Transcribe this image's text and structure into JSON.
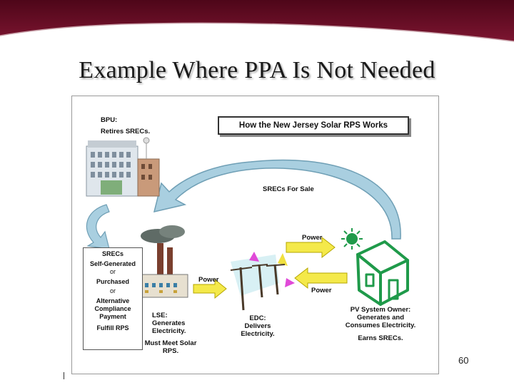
{
  "slide": {
    "title": "Example Where PPA Is Not Needed",
    "page_number": "60"
  },
  "diagram": {
    "header": "How the New Jersey Solar RPS Works",
    "bpu": {
      "name": "BPU:",
      "action": "Retires SRECs."
    },
    "srecs_for_sale": "SRECs For Sale",
    "power_top": "Power",
    "power_bottom": "Power",
    "power_left": "Power",
    "srec_box": {
      "title": "SRECs",
      "option1": "Self-Generated",
      "or1": "or",
      "option2": "Purchased",
      "or2": "or",
      "option3a": "Alternative",
      "option3b": "Compliance",
      "option3c": "Payment",
      "result": "Fulfill RPS"
    },
    "lse": {
      "name": "LSE:",
      "line1": "Generates",
      "line2": "Electricity.",
      "line3": "Must Meet Solar",
      "line4": "RPS."
    },
    "edc": {
      "name": "EDC:",
      "line1": "Delivers",
      "line2": "Electricity."
    },
    "pv": {
      "name": "PV System Owner:",
      "line1": "Generates and",
      "line2": "Consumes Electricity.",
      "line3": "Earns SRECs."
    }
  },
  "colors": {
    "banner": "#6b0f24",
    "arrow_blue": "#a9cfe0",
    "arrow_yellow": "#f4e94a",
    "house_green": "#1f9a4a"
  }
}
